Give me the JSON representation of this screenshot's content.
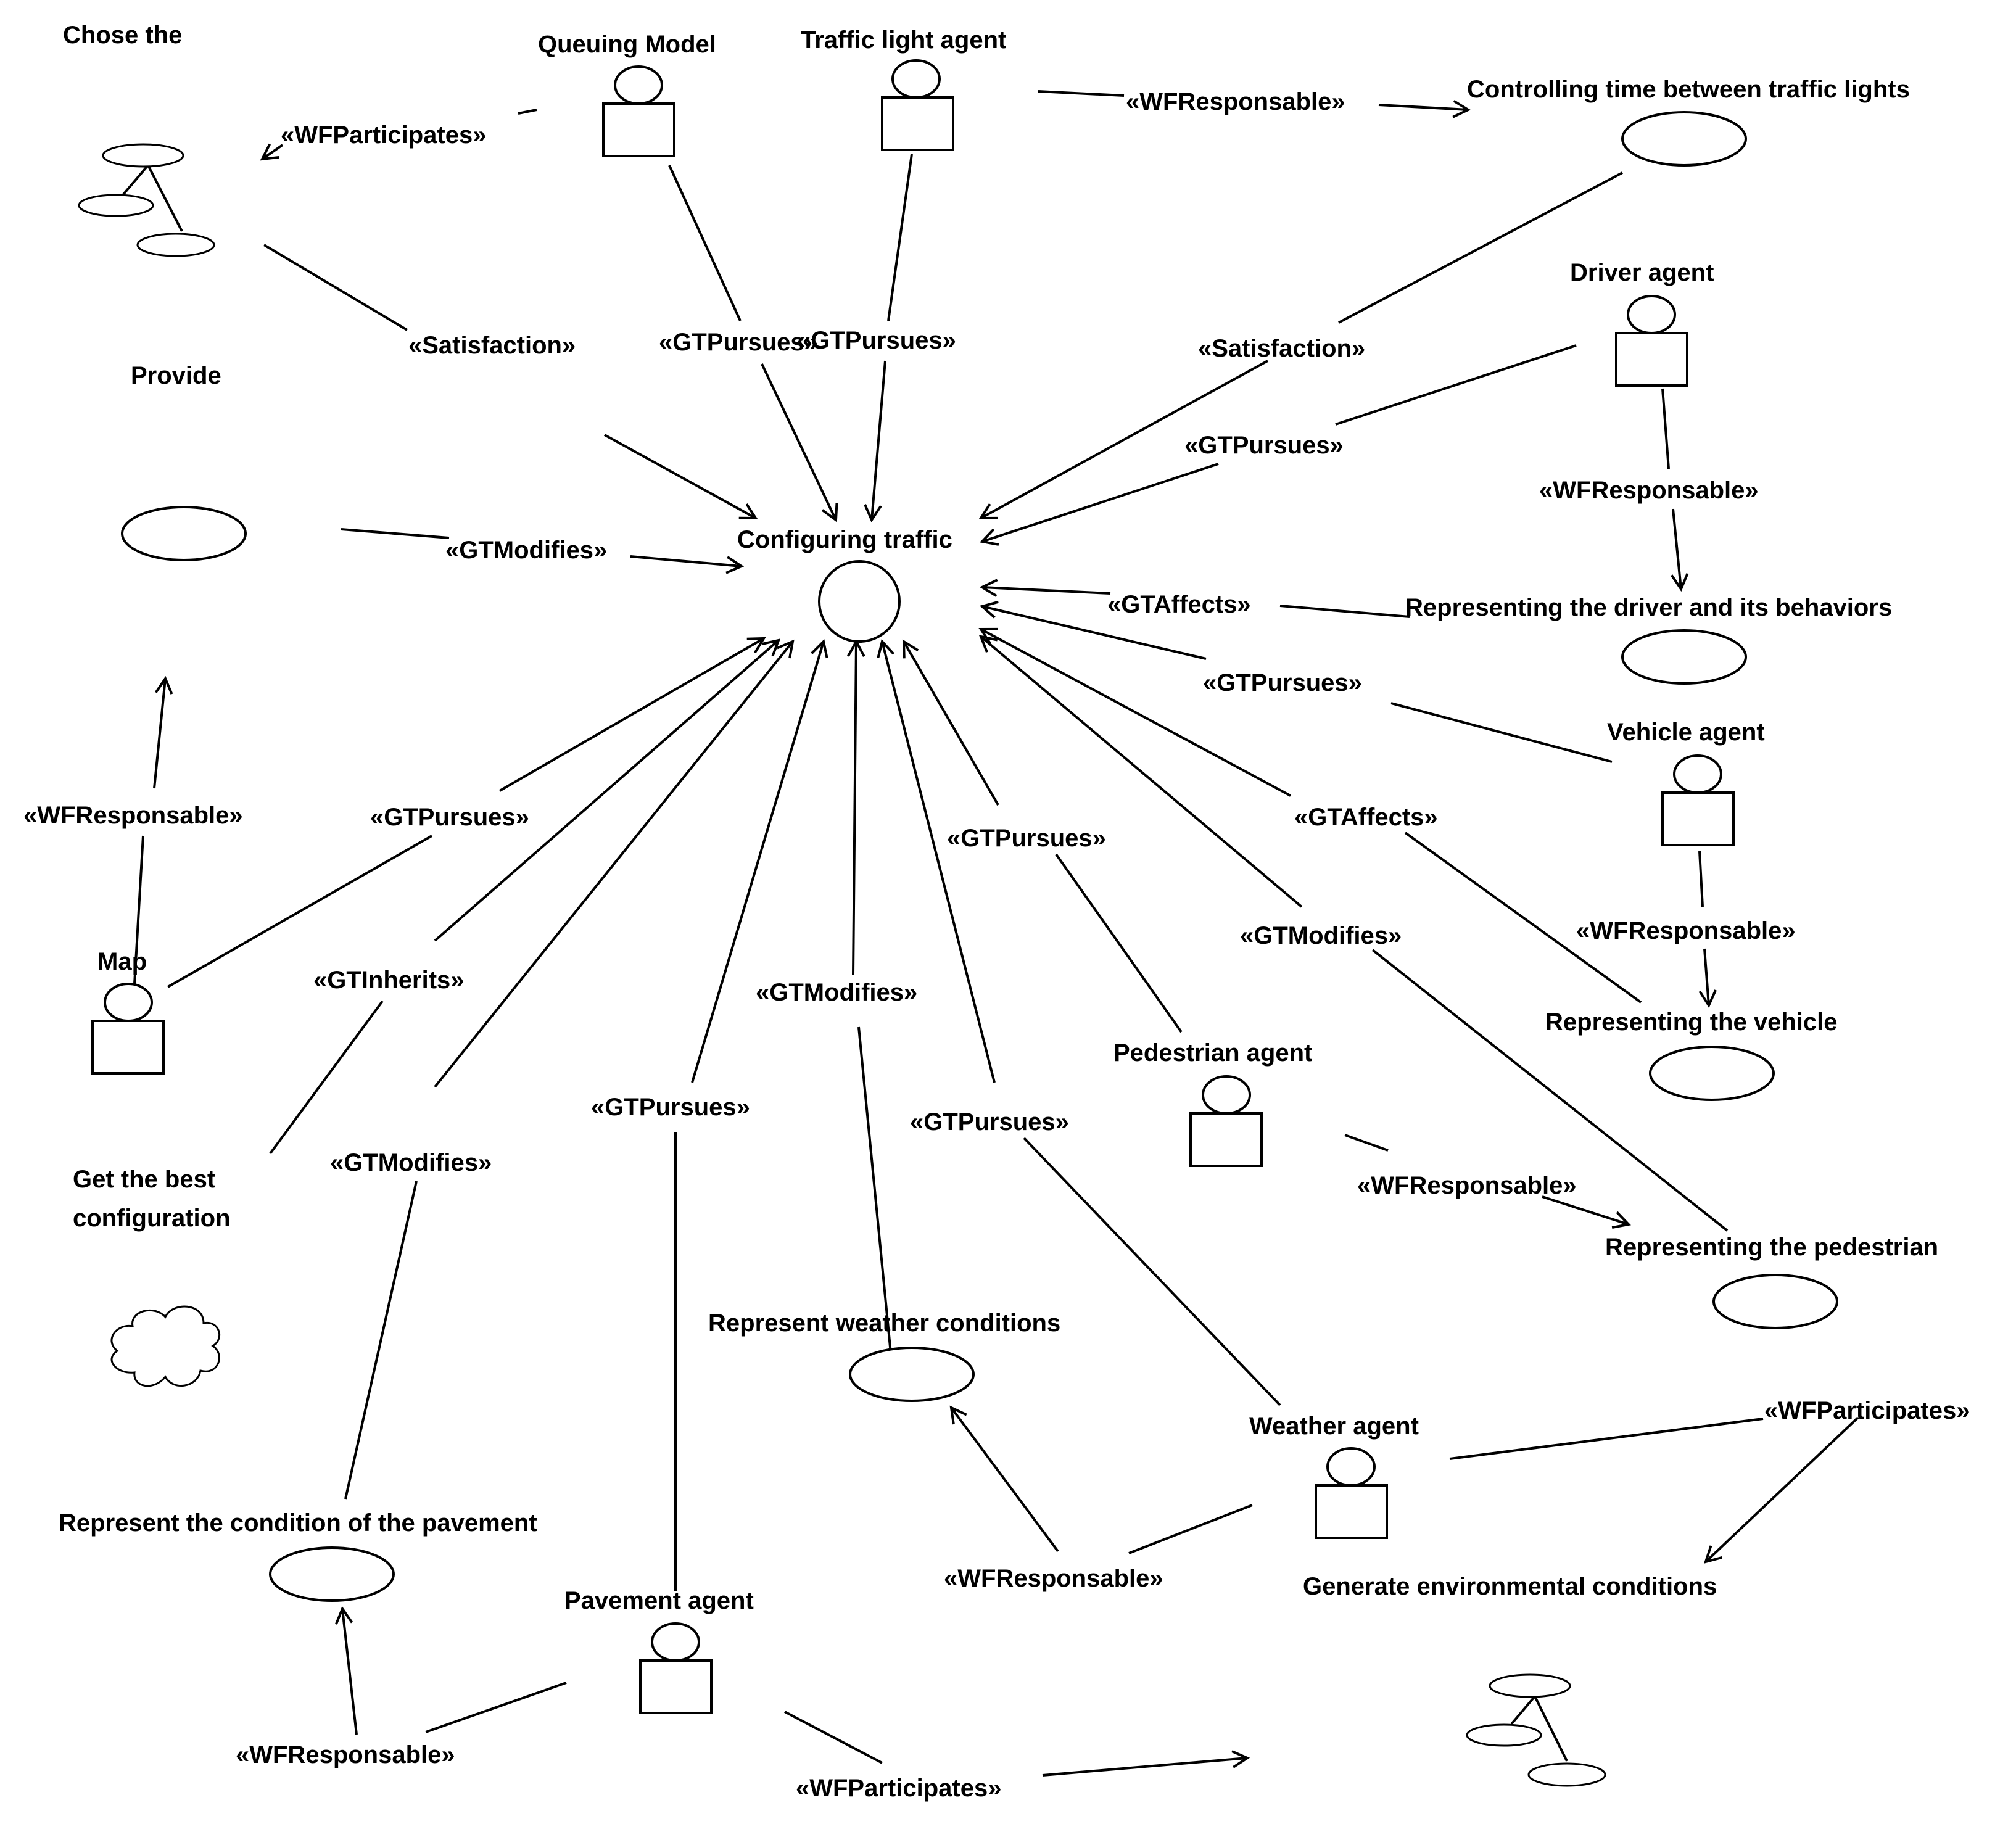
{
  "diagram": {
    "central_goal": "Configuring traffic",
    "agents": {
      "queuing_model": "Queuing Model",
      "traffic_light": "Traffic light agent",
      "driver": "Driver agent",
      "vehicle": "Vehicle agent",
      "map": "Map",
      "pedestrian": "Pedestrian agent",
      "weather": "Weather agent",
      "pavement": "Pavement agent"
    },
    "nodes": {
      "chose_the": "Chose the",
      "provide": "Provide",
      "controlling_time": "Controlling time between traffic lights",
      "representing_driver": "Representing the driver and its behaviors",
      "representing_vehicle": "Representing the vehicle",
      "get_best_line1": "Get the best",
      "get_best_line2": "configuration",
      "representing_pedestrian": "Representing the pedestrian",
      "represent_weather": "Represent weather conditions",
      "generate_environmental": "Generate environmental conditions",
      "represent_pavement": "Represent the condition of the pavement"
    },
    "relations": {
      "wfparticipates_top": "«WFParticipates»",
      "satisfaction_left": "«Satisfaction»",
      "gtpursues_queuing": "«GTPursues»",
      "gtpursues_traffic": "«GTPursues»",
      "wfresponsable_traffic": "«WFResponsable»",
      "satisfaction_right": "«Satisfaction»",
      "gtpursues_driver": "«GTPursues»",
      "wfresponsable_driver": "«WFResponsable»",
      "gtmodifies_provide": "«GTModifies»",
      "gtaffects_driver": "«GTAffects»",
      "gtpursues_vehicle": "«GTPursues»",
      "wfresponsable_map": "«WFResponsable»",
      "gtpursues_map": "«GTPursues»",
      "gtpursues_pedestrian": "«GTPursues»",
      "gtaffects_vehicle": "«GTAffects»",
      "wfresponsable_vehicle": "«WFResponsable»",
      "gtmodifies_pedestrian": "«GTModifies»",
      "gtinherits": "«GTInherits»",
      "gtmodifies_weather": "«GTModifies»",
      "gtpursues_pavement": "«GTPursues»",
      "gtpursues_weather": "«GTPursues»",
      "gtmodifies_pavement": "«GTModifies»",
      "wfresponsable_pedestrian": "«WFResponsable»",
      "wfparticipates_weather": "«WFParticipates»",
      "wfresponsable_weather": "«WFResponsable»",
      "wfresponsable_pavement": "«WFResponsable»",
      "wfparticipates_bottom": "«WFParticipates»"
    }
  }
}
